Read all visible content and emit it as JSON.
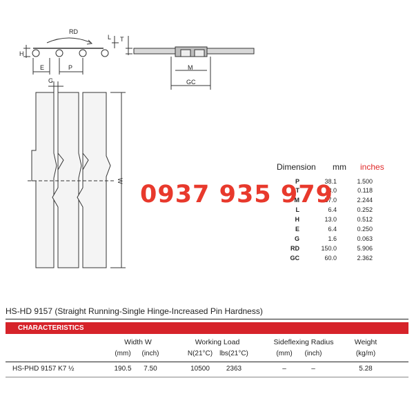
{
  "drawing": {
    "labels": {
      "rd": "RD",
      "l": "L",
      "h": "H",
      "t": "T",
      "e": "E",
      "p": "P",
      "m": "M",
      "gc": "GC",
      "g": "G",
      "w": "W"
    }
  },
  "dimension_table": {
    "headers": {
      "dimension": "Dimension",
      "mm": "mm",
      "inches": "inches"
    },
    "rows": [
      {
        "label": "P",
        "mm": "38.1",
        "inches": "1.500"
      },
      {
        "label": "T",
        "mm": "3.0",
        "inches": "0.118"
      },
      {
        "label": "M",
        "mm": "57.0",
        "inches": "2.244"
      },
      {
        "label": "L",
        "mm": "6.4",
        "inches": "0.252"
      },
      {
        "label": "H",
        "mm": "13.0",
        "inches": "0.512"
      },
      {
        "label": "E",
        "mm": "6.4",
        "inches": "0.250"
      },
      {
        "label": "G",
        "mm": "1.6",
        "inches": "0.063"
      },
      {
        "label": "RD",
        "mm": "150.0",
        "inches": "5.906"
      },
      {
        "label": "GC",
        "mm": "60.0",
        "inches": "2.362"
      }
    ]
  },
  "watermark_phone": "0937 935 979",
  "product_title": "HS-HD 9157 (Straight Running-Single Hinge-Increased Pin Hardness)",
  "characteristics": {
    "bar_label": "CHARACTERISTICS",
    "headers": {
      "width": "Width",
      "width_w": "W",
      "working_load": "Working Load",
      "sideflexing": "Sideflexing Radius",
      "weight": "Weight"
    },
    "subheaders": {
      "width_mm": "(mm)",
      "width_inch": "(inch)",
      "load_n": "N(21°C)",
      "load_lbs": "lbs(21°C)",
      "side_mm": "(mm)",
      "side_inch": "(inch)",
      "weight_unit": "(kg/m)"
    },
    "row": {
      "model": "HS-PHD 9157 K7 ½",
      "width_mm": "190.5",
      "width_inch": "7.50",
      "load_n": "10500",
      "load_lbs": "2363",
      "side_mm": "–",
      "side_inch": "–",
      "weight": "5.28"
    }
  },
  "colors": {
    "accent_red": "#d6232a",
    "phone_red": "#e8392c",
    "line": "#222222"
  }
}
